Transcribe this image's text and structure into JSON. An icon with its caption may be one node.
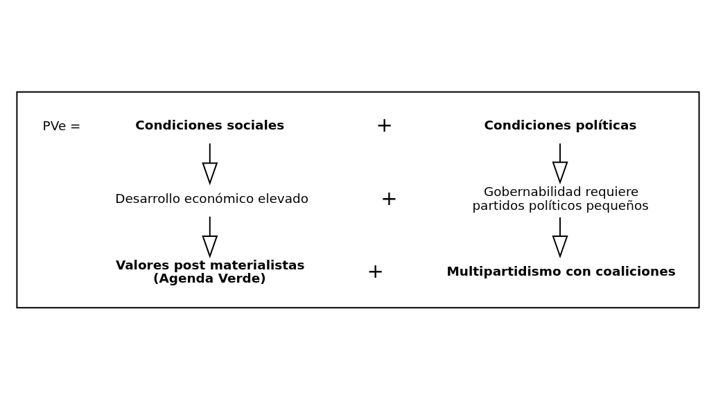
{
  "diagram": {
    "nodes": [
      {
        "text": [],
        "shape": "box"
      },
      {
        "text": [
          "Condiciones sociales"
        ],
        "in": 0
      },
      {
        "text": [
          "Condiciones políticas"
        ],
        "in": 0
      },
      {
        "text": [
          "Desarrollo económico elevado"
        ],
        "in": 0
      },
      {
        "text": [
          "Gobernabilidad requiere partidos políticos pequeños"
        ],
        "in": 0
      },
      {
        "text": [
          "Valores post materialistas (Agenda Verde)"
        ],
        "in": 0
      },
      {
        "text": [
          "Multipartidismo con coaliciones"
        ],
        "in": 0
      }
    ],
    "edges": [
      {
        "from": 1,
        "to": 3,
        "arrow": "to"
      },
      {
        "from": 3,
        "to": 5,
        "arrow": "to"
      },
      {
        "from": 2,
        "to": 4,
        "arrow": "to"
      },
      {
        "from": 4,
        "to": 6,
        "arrow": "to"
      }
    ],
    "labels": [
      "PVe =",
      "+",
      "+",
      "+"
    ]
  }
}
